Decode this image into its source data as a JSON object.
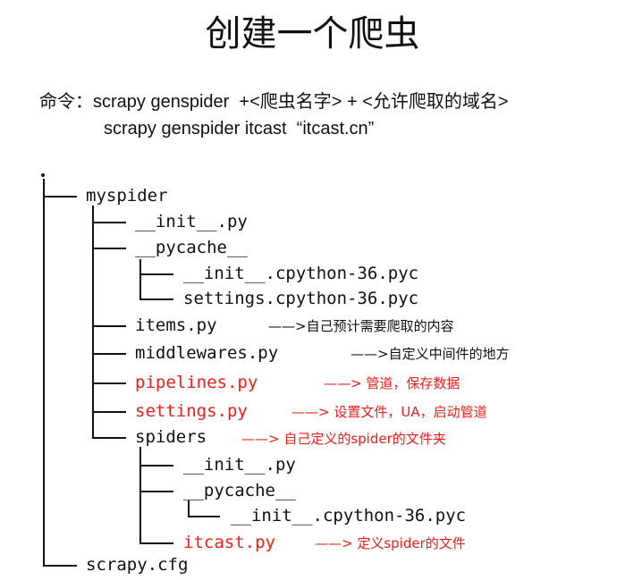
{
  "title": "创建一个爬虫",
  "command": {
    "line1": "命令：scrapy genspider  +<爬虫名字> + <允许爬取的域名>",
    "line2": "scrapy genspider itcast  “itcast.cn”"
  },
  "tree": {
    "root": ".",
    "items": [
      {
        "label": "myspider"
      },
      {
        "label": "__init__.py"
      },
      {
        "label": "__pycache__"
      },
      {
        "label": "__init__.cpython-36.pyc"
      },
      {
        "label": "settings.cpython-36.pyc"
      },
      {
        "label": "items.py",
        "note": "——>自己预计需要爬取的内容"
      },
      {
        "label": "middlewares.py",
        "note": "——>自定义中间件的地方"
      },
      {
        "label": "pipelines.py",
        "note": "——> 管道，保存数据"
      },
      {
        "label": "settings.py",
        "note": "——> 设置文件，UA，启动管道"
      },
      {
        "label": "spiders",
        "note": "——> 自己定义的spider的文件夹"
      },
      {
        "label": "__init__.py"
      },
      {
        "label": "__pycache__"
      },
      {
        "label": "__init__.cpython-36.pyc"
      },
      {
        "label": "itcast.py",
        "note": "——> 定义spider的文件"
      },
      {
        "label": "scrapy.cfg"
      }
    ]
  },
  "colors": {
    "text": "#111111",
    "highlight": "#e8201e"
  }
}
